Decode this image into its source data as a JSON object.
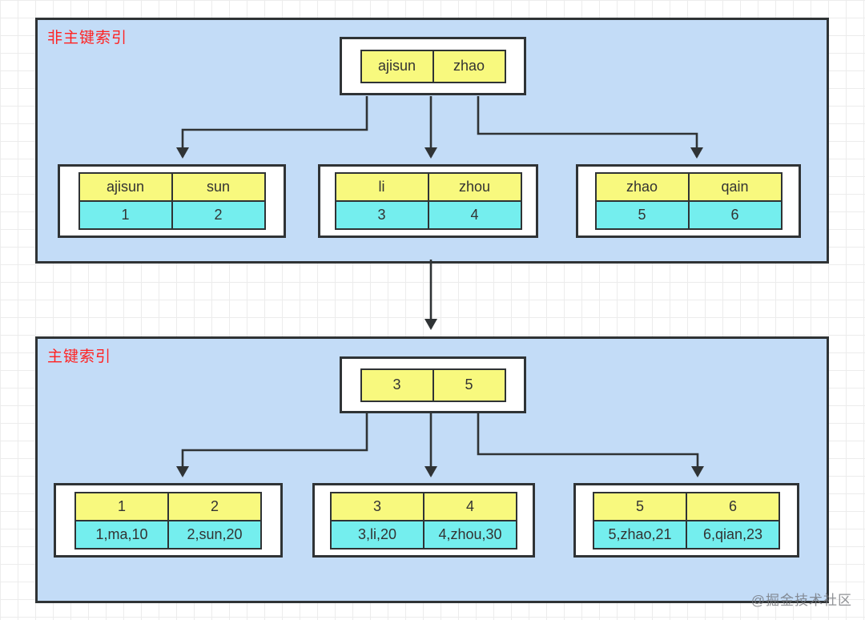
{
  "diagram": {
    "watermark": "@掘金技术社区",
    "colors": {
      "section_bg": "#c3dcf7",
      "key_cell": "#f8f97e",
      "data_cell": "#74eeee",
      "line": "#2f3335",
      "label": "#ff2222"
    },
    "sections": [
      {
        "label": "非主键索引",
        "root": {
          "cells": [
            "ajisun",
            "zhao"
          ]
        },
        "leaves": [
          {
            "keys": [
              "ajisun",
              "sun"
            ],
            "values": [
              "1",
              "2"
            ]
          },
          {
            "keys": [
              "li",
              "zhou"
            ],
            "values": [
              "3",
              "4"
            ]
          },
          {
            "keys": [
              "zhao",
              "qain"
            ],
            "values": [
              "5",
              "6"
            ]
          }
        ]
      },
      {
        "label": "主键索引",
        "root": {
          "cells": [
            "3",
            "5"
          ]
        },
        "leaves": [
          {
            "keys": [
              "1",
              "2"
            ],
            "values": [
              "1,ma,10",
              "2,sun,20"
            ]
          },
          {
            "keys": [
              "3",
              "4"
            ],
            "values": [
              "3,li,20",
              "4,zhou,30"
            ]
          },
          {
            "keys": [
              "5",
              "6"
            ],
            "values": [
              "5,zhao,21",
              "6,qian,23"
            ]
          }
        ]
      }
    ]
  }
}
